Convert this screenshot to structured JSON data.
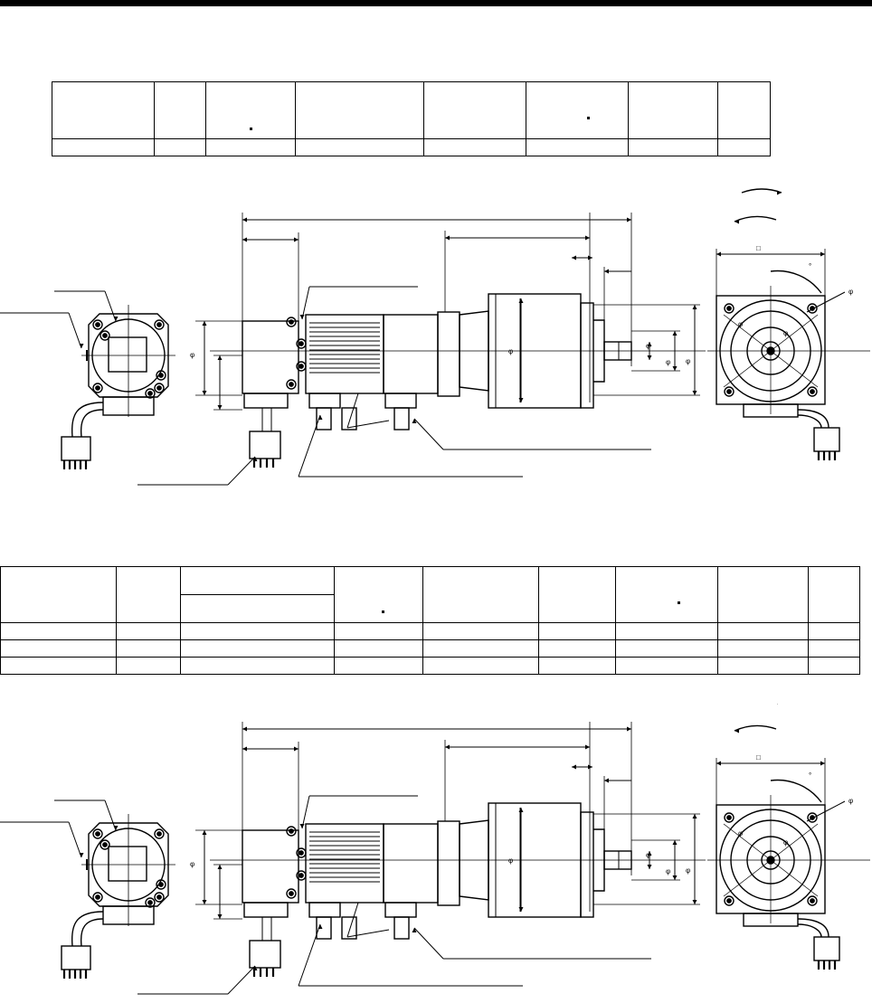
{
  "page": {},
  "drawings": [
    {
      "id": "upper",
      "table_columns": 8,
      "table_body_rows": 1
    },
    {
      "id": "lower",
      "table_columns": 9,
      "table_body_rows": 3
    }
  ]
}
